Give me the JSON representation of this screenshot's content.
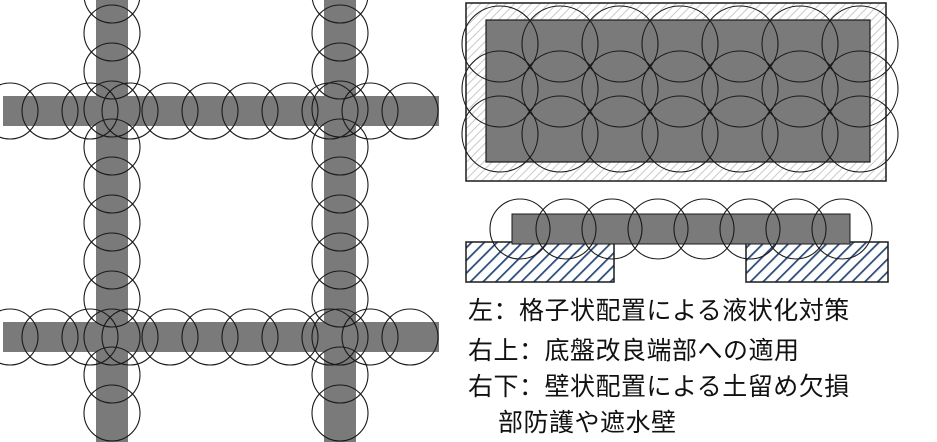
{
  "colors": {
    "column": "#7a7a7b",
    "outline": "#1a1a1a",
    "hatch_light": "#c9c9c9",
    "hatch_dark": "#2a4a7a",
    "background": "#ffffff"
  },
  "captions": {
    "left": "左：格子状配置による液状化対策",
    "top_right": "右上：底盤改良端部への適用",
    "bottom_right_line1": "右下：壁状配置による土留め欠損",
    "bottom_right_line2": "部防護や遮水壁"
  }
}
